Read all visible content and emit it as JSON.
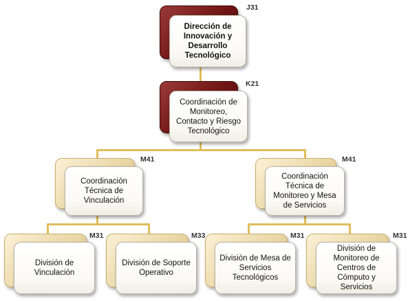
{
  "nodes": {
    "direccion": {
      "code": "J31",
      "label": "Dirección de Innovación y Desarrollo Tecnológico"
    },
    "coord_monitoreo": {
      "code": "K21",
      "label": "Coordinación de Monitoreo, Contacto y Riesgo Tecnológico"
    },
    "coord_vinculacion": {
      "code": "M41",
      "label": "Coordinación Técnica de Vinculación"
    },
    "coord_mesa": {
      "code": "M41",
      "label": "Coordinación Técnica de Monitoreo y Mesa de Servicios"
    },
    "div_vinculacion": {
      "code": "M31",
      "label": "División de Vinculación"
    },
    "div_soporte": {
      "code": "M33",
      "label": "División de Soporte Operativo"
    },
    "div_mesa": {
      "code": "M31",
      "label": "División de Mesa de Servicios Tecnológicos"
    },
    "div_computo": {
      "code": "M31",
      "label": "División de Monitoreo de Centros de Cómputo y Servicios"
    }
  },
  "colors": {
    "top_level_accent": "#6e1514",
    "lower_level_accent": "#ead7a6",
    "connector": "#e0bd5a"
  }
}
